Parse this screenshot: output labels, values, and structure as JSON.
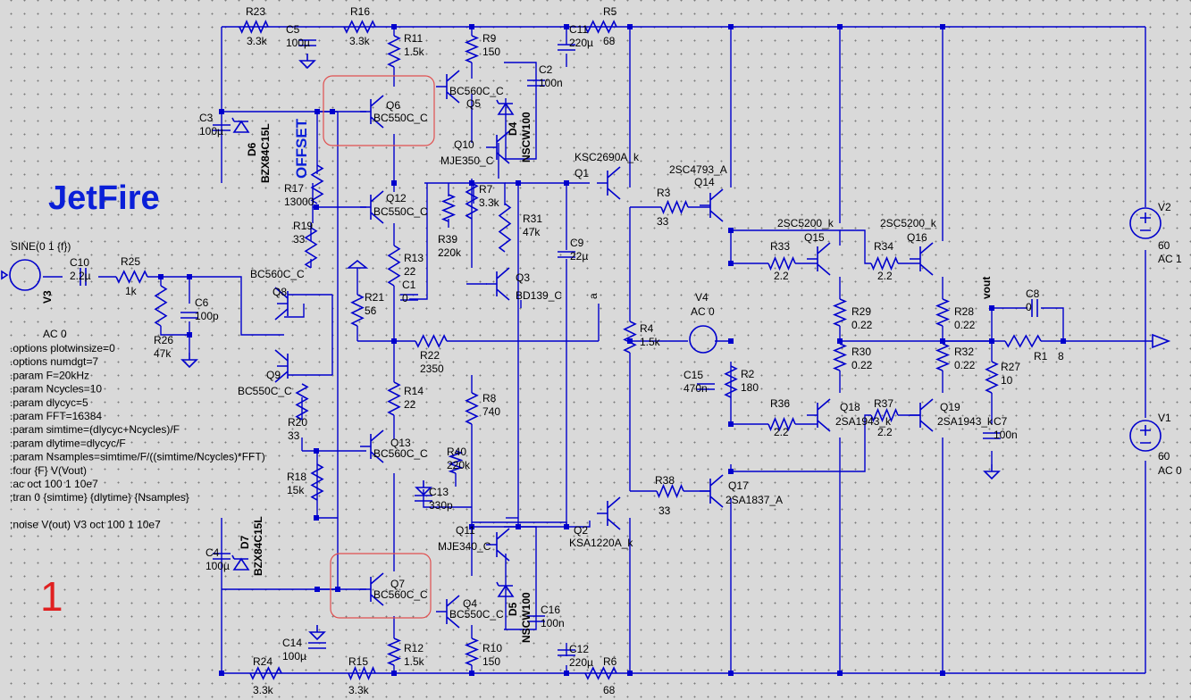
{
  "title": "JetFire",
  "offset_label": "OFFSET",
  "sheet_number": "1",
  "highlight_color": "#e05050",
  "wire_color": "#0000cc",
  "resistors": {
    "R23": {
      "name": "R23",
      "value": "3.3k"
    },
    "R16": {
      "name": "R16",
      "value": "3.3k"
    },
    "R11": {
      "name": "R11",
      "value": "1.5k"
    },
    "R9": {
      "name": "R9",
      "value": "150"
    },
    "R5": {
      "name": "R5",
      "value": "68"
    },
    "R17": {
      "name": "R17",
      "value": "13000"
    },
    "R19": {
      "name": "R19",
      "value": "33"
    },
    "R7": {
      "name": "R7",
      "value": "3.3k"
    },
    "R39": {
      "name": "R39",
      "value": "220k"
    },
    "R31": {
      "name": "R31",
      "value": "47k"
    },
    "R3": {
      "name": "R3",
      "value": "33"
    },
    "R25": {
      "name": "R25",
      "value": "1k"
    },
    "R26": {
      "name": "R26",
      "value": "47k"
    },
    "R13": {
      "name": "R13",
      "value": "22"
    },
    "R21": {
      "name": "R21",
      "value": "56"
    },
    "R22": {
      "name": "R22",
      "value": "2350"
    },
    "R4": {
      "name": "R4",
      "value": "1.5k"
    },
    "R33": {
      "name": "R33",
      "value": "2.2"
    },
    "R34": {
      "name": "R34",
      "value": "2.2"
    },
    "R29": {
      "name": "R29",
      "value": "0.22"
    },
    "R28": {
      "name": "R28",
      "value": "0.22"
    },
    "R30": {
      "name": "R30",
      "value": "0.22"
    },
    "R32": {
      "name": "R32",
      "value": "0.22"
    },
    "R2": {
      "name": "R2",
      "value": "180"
    },
    "R36": {
      "name": "R36",
      "value": "2.2"
    },
    "R37": {
      "name": "R37",
      "value": "2.2"
    },
    "R27": {
      "name": "R27",
      "value": "10"
    },
    "R1": {
      "name": "R1",
      "value": "8"
    },
    "R20": {
      "name": "R20",
      "value": "33"
    },
    "R14": {
      "name": "R14",
      "value": "22"
    },
    "R8": {
      "name": "R8",
      "value": "740"
    },
    "R40": {
      "name": "R40",
      "value": "220k"
    },
    "R18": {
      "name": "R18",
      "value": "15k"
    },
    "R38": {
      "name": "R38",
      "value": "33"
    },
    "R24": {
      "name": "R24",
      "value": "3.3k"
    },
    "R15": {
      "name": "R15",
      "value": "3.3k"
    },
    "R12": {
      "name": "R12",
      "value": "1.5k"
    },
    "R10": {
      "name": "R10",
      "value": "150"
    },
    "R6": {
      "name": "R6",
      "value": "68"
    }
  },
  "capacitors": {
    "C5": {
      "name": "C5",
      "value": "100µ"
    },
    "C3": {
      "name": "C3",
      "value": "100µ"
    },
    "C11": {
      "name": "C11",
      "value": "220µ"
    },
    "C2": {
      "name": "C2",
      "value": "100n"
    },
    "C10": {
      "name": "C10",
      "value": "2.2µ"
    },
    "C6": {
      "name": "C6",
      "value": "100p"
    },
    "C1": {
      "name": "C1",
      "value": "0"
    },
    "C9": {
      "name": "C9",
      "value": "22µ"
    },
    "C8": {
      "name": "C8",
      "value": "0"
    },
    "C15": {
      "name": "C15",
      "value": "470n"
    },
    "C7": {
      "name": "C7",
      "value": "100n"
    },
    "C13": {
      "name": "C13",
      "value": "330p"
    },
    "C4": {
      "name": "C4",
      "value": "100µ"
    },
    "C16": {
      "name": "C16",
      "value": "100n"
    },
    "C14": {
      "name": "C14",
      "value": "100µ"
    },
    "C12": {
      "name": "C12",
      "value": "220µ"
    }
  },
  "transistors": {
    "Q6": {
      "name": "Q6",
      "model": "BC550C_C"
    },
    "Q5": {
      "name": "Q5",
      "model": "BC560C_C"
    },
    "Q10": {
      "name": "Q10",
      "model": "MJE350_C"
    },
    "Q12": {
      "name": "Q12",
      "model": "BC550C_C"
    },
    "Q1": {
      "name": "Q1",
      "model": "KSC2690A_k"
    },
    "Q14": {
      "name": "Q14",
      "model": "2SC4793_A"
    },
    "Q8": {
      "name": "Q8",
      "model": "BC560C_C"
    },
    "Q9": {
      "name": "Q9",
      "model": "BC550C_C"
    },
    "Q3": {
      "name": "Q3",
      "model": "BD139_C"
    },
    "Q15": {
      "name": "Q15",
      "model": "2SC5200_k"
    },
    "Q16": {
      "name": "Q16",
      "model": "2SC5200_k"
    },
    "Q13": {
      "name": "Q13",
      "model": "BC560C_C"
    },
    "Q18": {
      "name": "Q18",
      "model": "2SA1943_k"
    },
    "Q19": {
      "name": "Q19",
      "model": "2SA1943_k"
    },
    "Q11": {
      "name": "Q11",
      "model": "MJE340_C"
    },
    "Q2": {
      "name": "Q2",
      "model": "KSA1220A_k"
    },
    "Q17": {
      "name": "Q17",
      "model": "2SA1837_A"
    },
    "Q7": {
      "name": "Q7",
      "model": "BC560C_C"
    },
    "Q4": {
      "name": "Q4",
      "model": "BC550C_C"
    }
  },
  "diodes": {
    "D6": {
      "name": "D6",
      "model": "BZX84C15L"
    },
    "D7": {
      "name": "D7",
      "model": "BZX84C15L"
    },
    "D4": {
      "name": "D4",
      "model": "NSCW100"
    },
    "D5": {
      "name": "D5",
      "model": "NSCW100"
    }
  },
  "sources": {
    "V3": {
      "name": "V3",
      "value": "SINE(0 1 {f})",
      "ac": "AC 0"
    },
    "V4": {
      "name": "V4",
      "value": "AC 0"
    },
    "V2": {
      "name": "V2",
      "value": "60",
      "ac": "AC 1"
    },
    "V1": {
      "name": "V1",
      "value": "60",
      "ac": "AC 0"
    }
  },
  "net_labels": {
    "vout": "vout",
    "a": "a"
  },
  "directives": [
    ".options plotwinsize=0",
    ".options numdgt=7",
    ".param F=20kHz",
    ".param Ncycles=10",
    ".param dlycyc=5",
    ".param FFT=16384",
    ".param simtime=(dlycyc+Ncycles)/F",
    ".param dlytime=dlycyc/F",
    ".param Nsamples=simtime/F/((simtime/Ncycles)*FFT)",
    ".four {F} V(Vout)",
    " .ac oct 100 1 10e7",
    ";tran 0 {simtime} {dlytime} {Nsamples}",
    "",
    ";noise V(out) V3 oct 100 1 10e7"
  ]
}
